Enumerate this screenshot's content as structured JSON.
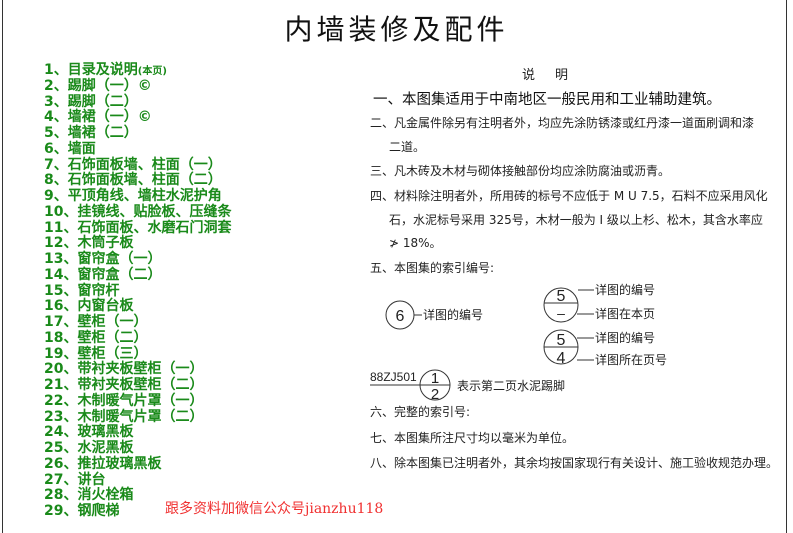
{
  "title": "内墙装修及配件",
  "toc": [
    {
      "label": "1、目录及说明",
      "note": "(本页)"
    },
    {
      "label": "2、踢脚（一）©"
    },
    {
      "label": "3、踢脚（二）"
    },
    {
      "label": "4、墙裙（一）©"
    },
    {
      "label": "5、墙裙（二）"
    },
    {
      "label": "6、墙面"
    },
    {
      "label": "7、石饰面板墙、柱面（一）"
    },
    {
      "label": "8、石饰面板墙、柱面（二）"
    },
    {
      "label": "9、平顶角线、墙柱水泥护角"
    },
    {
      "label": "10、挂镜线、贴脸板、压缝条"
    },
    {
      "label": "11、石饰面板、水磨石门洞套"
    },
    {
      "label": "12、木筒子板"
    },
    {
      "label": "13、窗帘盒（一）"
    },
    {
      "label": "14、窗帘盒（二）"
    },
    {
      "label": "15、窗帘杆"
    },
    {
      "label": "16、内窗台板"
    },
    {
      "label": "17、壁柜（一）"
    },
    {
      "label": "18、壁柜（二）"
    },
    {
      "label": "19、壁柜（三）"
    },
    {
      "label": "20、带衬夹板壁柜（一）"
    },
    {
      "label": "21、带衬夹板壁柜（二）"
    },
    {
      "label": "22、木制暖气片罩（一）"
    },
    {
      "label": "23、木制暖气片罩（二）"
    },
    {
      "label": "24、玻璃黑板"
    },
    {
      "label": "25、水泥黑板"
    },
    {
      "label": "26、推拉玻璃黑板"
    },
    {
      "label": "27、讲台"
    },
    {
      "label": "28、消火栓箱"
    },
    {
      "label": "29、钢爬梯"
    }
  ],
  "watermark": "跟多资料加微信公众号jianzhu118",
  "notes": {
    "heading": "说明",
    "n1": "一、本图集适用于中南地区一般民用和工业辅助建筑。",
    "n2a": "二、凡金属件除另有注明者外，均应先涂防锈漆或红丹漆一道面刷调和漆",
    "n2b": "二道。",
    "n3": "三、凡木砖及木材与砌体接触部份均应涂防腐油或沥青。",
    "n4a": "四、材料除注明者外，所用砖的标号不应低于 M U 7.5，石料不应采用风化",
    "n4b": "石，水泥标号采用 325号，木材一般为 I 级以上杉、松木，其含水率应",
    "n4c": "≯ 18%。",
    "n5": "五、本图集的索引编号:",
    "n6": "六、完整的索引号:",
    "n7": "七、本图集所注尺寸均以毫米为单位。",
    "n8": "八、除本图集已注明者外，其余均按国家现行有关设计、施工验收规范办理。"
  },
  "index_diagram": {
    "single": {
      "number": "6",
      "label": "详图的编号"
    },
    "same_page": {
      "top": "5",
      "bottom": "–",
      "label_top": "详图的编号",
      "label_bottom": "详图在本页"
    },
    "other_page": {
      "top": "5",
      "bottom": "4",
      "label_top": "详图的编号",
      "label_bottom": "详图所在页号"
    },
    "full": {
      "atlas": "88ZJ501",
      "top": "1",
      "bottom": "2",
      "label": "表示第二页水泥踢脚"
    }
  },
  "colors": {
    "toc": "#1a8a1a",
    "watermark": "#f03030",
    "text": "#222222"
  }
}
